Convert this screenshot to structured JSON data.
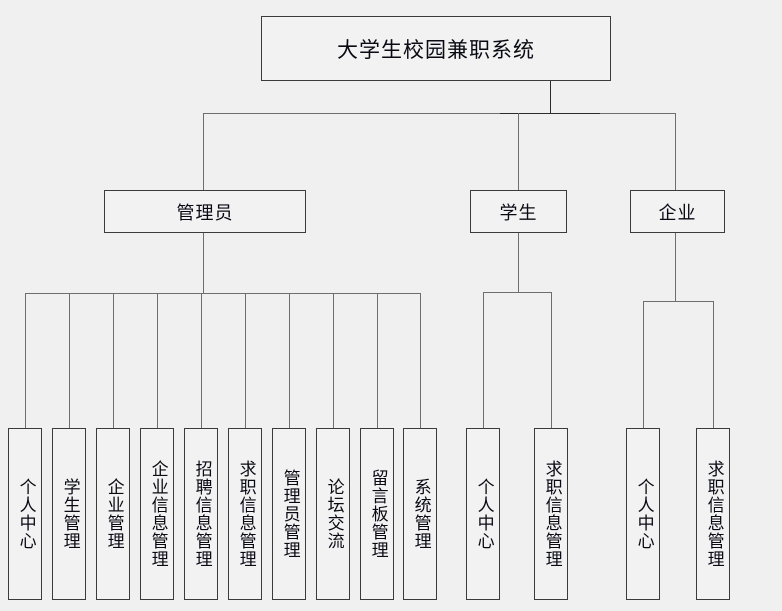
{
  "diagram": {
    "title": "大学生校园兼职系统",
    "type": "organization-chart",
    "root": {
      "label": "大学生校园兼职系统"
    },
    "level2": [
      {
        "id": "admin",
        "label": "管理员"
      },
      {
        "id": "student",
        "label": "学生"
      },
      {
        "id": "company",
        "label": "企业"
      }
    ],
    "admin_children": [
      {
        "label": "个人中心"
      },
      {
        "label": "学生管理"
      },
      {
        "label": "企业管理"
      },
      {
        "label": "企业信息管理"
      },
      {
        "label": "招聘信息管理"
      },
      {
        "label": "求职信息管理"
      },
      {
        "label": "管理员管理"
      },
      {
        "label": "论坛交流"
      },
      {
        "label": "留言板管理"
      },
      {
        "label": "系统管理"
      }
    ],
    "student_children": [
      {
        "label": "个人中心"
      },
      {
        "label": "求职信息管理"
      }
    ],
    "company_children": [
      {
        "label": "个人中心"
      },
      {
        "label": "求职信息管理"
      }
    ],
    "colors": {
      "background": "#f0f0f0",
      "box_fill": "#f2f2f2",
      "box_border": "#3b3b3b",
      "connector": "#6e6e6e",
      "text": "#0a0a14"
    }
  }
}
